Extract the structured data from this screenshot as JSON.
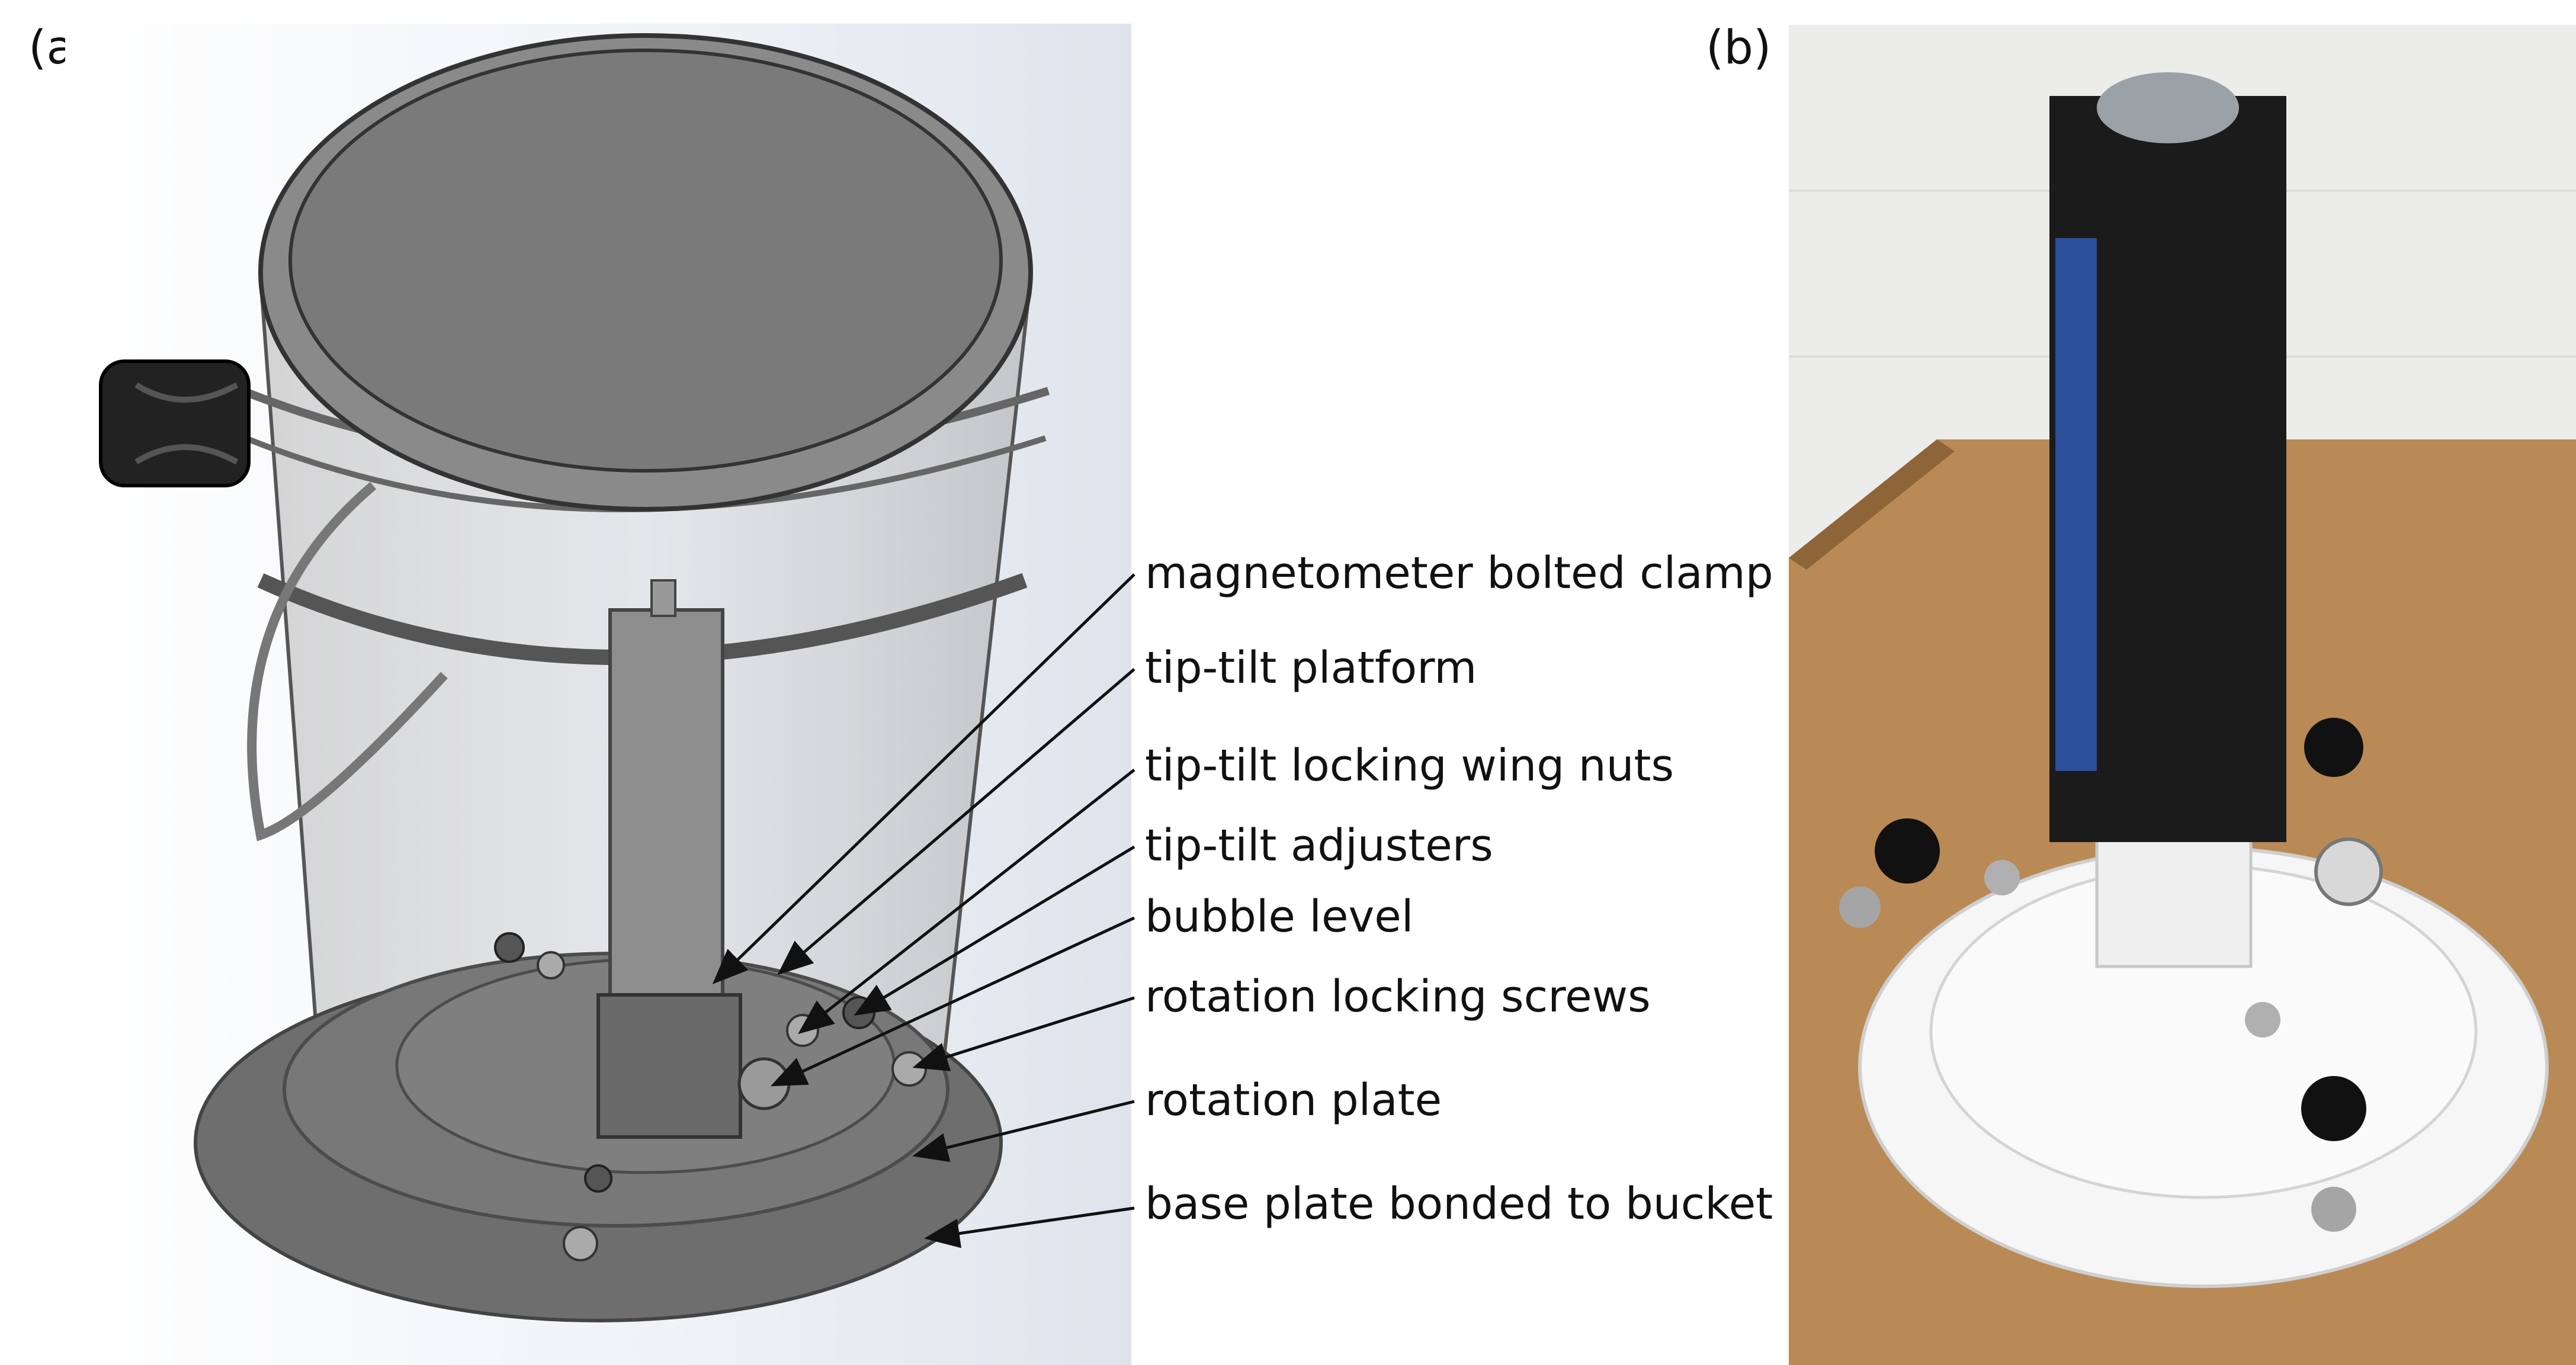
{
  "panels": {
    "a": {
      "label": "(a)"
    },
    "b": {
      "label": "(b)"
    }
  },
  "callouts": [
    {
      "text": "magnetometer bolted clamp"
    },
    {
      "text": "tip-tilt platform"
    },
    {
      "text": "tip-tilt locking wing nuts"
    },
    {
      "text": "tip-tilt adjusters"
    },
    {
      "text": "bubble level"
    },
    {
      "text": "rotation locking screws"
    },
    {
      "text": "rotation plate"
    },
    {
      "text": "base plate bonded to bucket"
    }
  ],
  "colors": {
    "render_background": "#e4e8ef",
    "bucket_grey": "#7d7d7d",
    "wall_photo": "#eeeeec",
    "table_wood": "#b98a55",
    "sensor_black": "#1b1b1b",
    "plate_white": "#f6f6f6"
  }
}
